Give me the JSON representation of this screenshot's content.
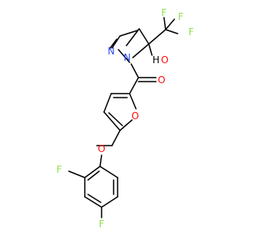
{
  "molecule": {
    "atoms": {
      "f_cf3_top": "F",
      "f_cf3_mid": "F",
      "f_cf3_right": "F",
      "o_hydroxyl": "O",
      "h_hydroxyl": "H",
      "n_pyrazoline_1": "N",
      "n_pyrazoline_2": "N",
      "o_carbonyl": "O",
      "o_furan": "O",
      "o_ether": "O",
      "f_ring_ortho": "F",
      "f_ring_para": "F"
    },
    "colors": {
      "bond": "#000000",
      "oxygen": "#ff0d0d",
      "nitrogen": "#3050f8",
      "fluorine": "#90e050",
      "hydrogen": "#000000"
    }
  }
}
